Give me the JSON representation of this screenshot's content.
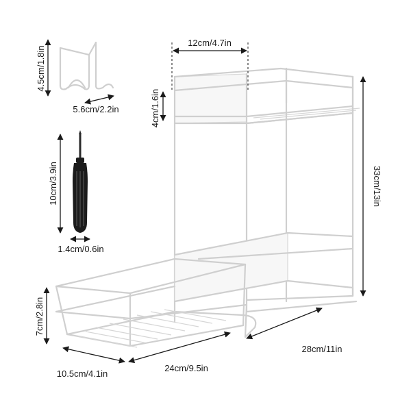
{
  "dimensions": {
    "hook_height": "4.5cm/1.8in",
    "hook_width": "5.6cm/2.2in",
    "top_shelf_width": "12cm/4.7in",
    "top_shelf_height": "4cm/1.6in",
    "total_height": "33cm/13in",
    "screwdriver_length": "10cm/3.9in",
    "screwdriver_width": "1.4cm/0.6in",
    "bottom_basket_height": "7cm/2.8in",
    "bottom_basket_width": "10.5cm/4.1in",
    "bottom_basket_depth": "24cm/9.5in",
    "base_depth": "28cm/11in"
  },
  "colors": {
    "text": "#1a1a1a",
    "rack_wire": "#cfcfcf",
    "screwdriver": "#1c1c1c"
  },
  "icons": {
    "hook": "hook-icon",
    "screwdriver": "screwdriver-icon"
  }
}
